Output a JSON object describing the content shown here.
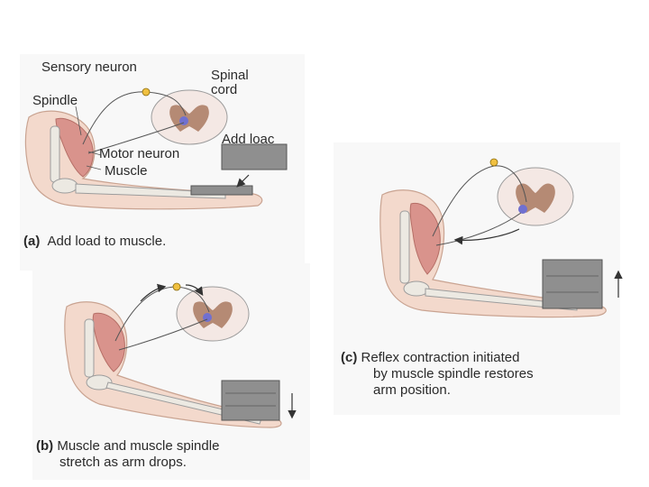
{
  "panel_a": {
    "labels": {
      "sensory_neuron": "Sensory neuron",
      "spinal_cord": "Spinal\ncord",
      "spindle": "Spindle",
      "add_load": "Add loac",
      "motor_neuron": "Motor neuron",
      "muscle": "Muscle"
    },
    "caption_tag": "(a)",
    "caption_text": "Add load to muscle."
  },
  "panel_b": {
    "caption_tag": "(b)",
    "caption_line1": "Muscle and muscle spindle",
    "caption_line2": "stretch as arm drops."
  },
  "panel_c": {
    "caption_tag": "(c)",
    "caption_line1": "Reflex contraction initiated",
    "caption_line2": "by muscle spindle restores",
    "caption_line3": "arm position."
  },
  "colors": {
    "skin": "#f3d9cc",
    "skin_outline": "#c9a391",
    "muscle": "#d9938c",
    "bone": "#ece9e2",
    "cord_grey": "#f4e8e4",
    "cord_white": "#b58a74",
    "weight": "#8f8f8f",
    "neuron": "#7070d0",
    "ganglion": "#f0c040",
    "panel_bg": "#f8f8f8"
  }
}
